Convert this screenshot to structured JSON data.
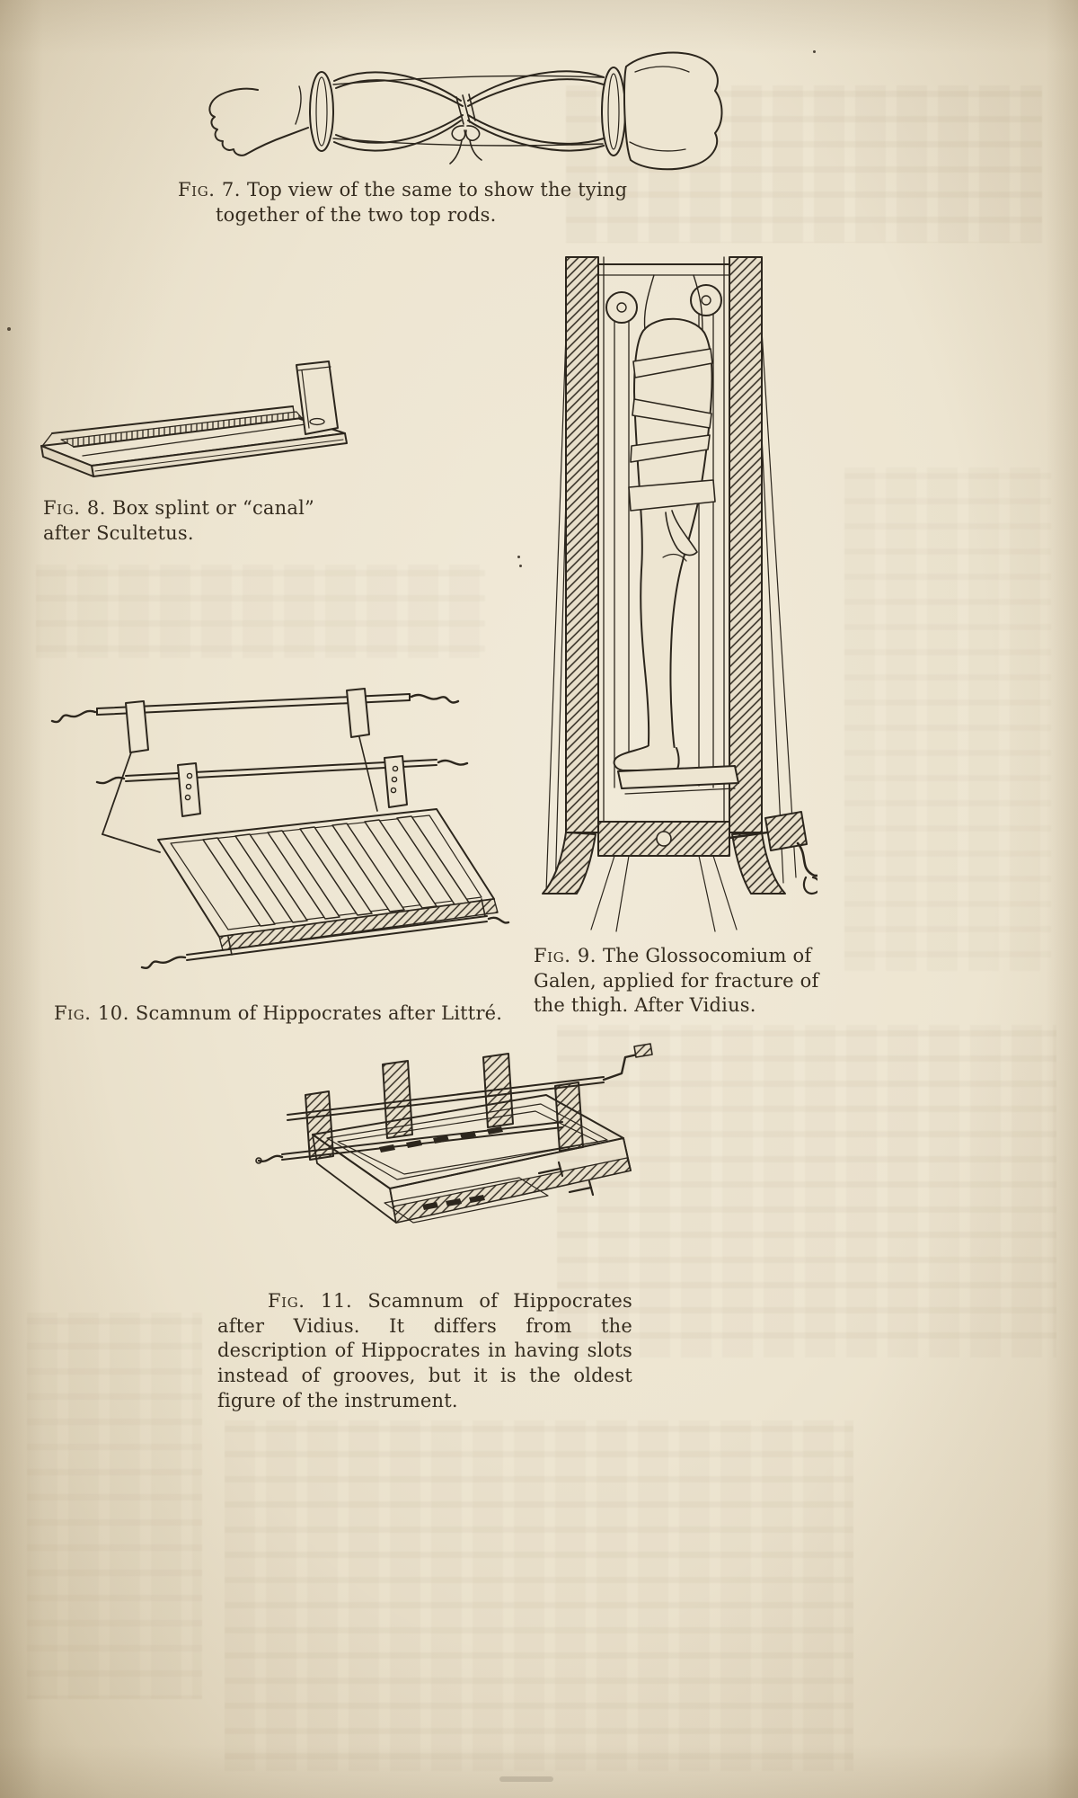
{
  "page": {
    "paper_color": "#ece4cf",
    "ink_color": "#2c261d"
  },
  "figures": [
    {
      "label": "Fig. 7.",
      "caption": "Top view of the same to show the tying together of the two top rods.",
      "illustration": "foot-splint-top-view"
    },
    {
      "label": "Fig. 8.",
      "caption": "Box splint or “canal” after Scultetus.",
      "illustration": "box-splint-canal"
    },
    {
      "label": "Fig. 9.",
      "caption": "The Glossocomium of Galen, applied for fracture of the thigh. After Vidius.",
      "illustration": "glossocomium-leg-frame"
    },
    {
      "label": "Fig. 10.",
      "caption": "Scamnum of Hippocrates after Littré.",
      "illustration": "scamnum-of-hippocrates-littre"
    },
    {
      "label": "Fig. 11.",
      "caption": "Scamnum of Hippocrates after Vidius. It differs from the description of Hippocrates in having slots instead of grooves, but it is the oldest figure of the instrument.",
      "illustration": "scamnum-of-hippocrates-vidius"
    }
  ]
}
